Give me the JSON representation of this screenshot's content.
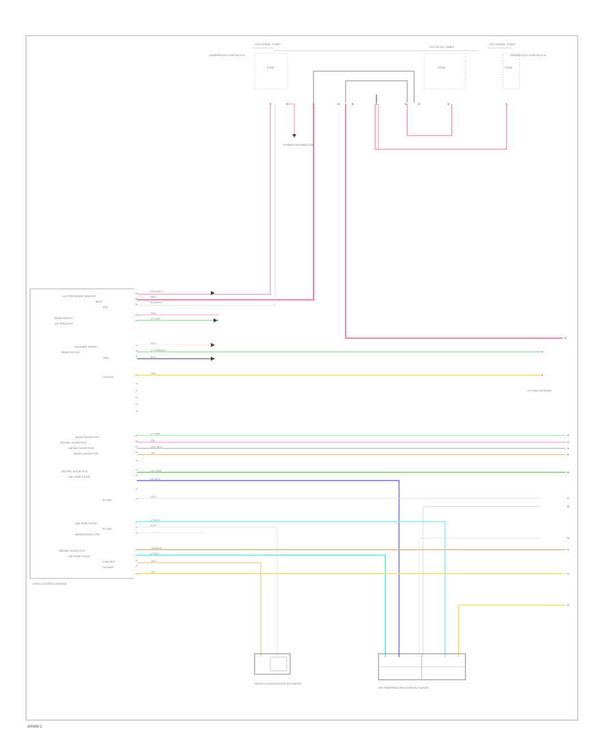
{
  "diagram": {
    "footer_code": "W4WW-1",
    "top_labels": {
      "hot_left": "HOT IN RUN, START",
      "hot_mid": "HOT AT ALL TIMES",
      "hot_right": "HOT IN RUN, START",
      "fuse_block_left": "UNDERHOOD FUSE BLOCK",
      "fuse_block_right": "UNDERHOOD FUSE BLOCK",
      "fuse_a": "FUSE",
      "fuse_b": "FUSE",
      "fuse_c": "FUSE",
      "power_distribution": "POWER DISTRIBUTION"
    },
    "module_label": "HVAC CONTROL MODULE",
    "left_labels": [
      "A/C PRESSURE SENSOR",
      "BATT",
      "IGN",
      "REAR DEFOG",
      "A/C REQUEST",
      "BLOWER SPEED",
      "REAR DEFOG",
      "GND",
      "LIN BUS",
      "MODE DOOR POS",
      "RECIRC DOOR POS",
      "AIR MIX DOOR POS",
      "MODE DOOR CTRL",
      "RECIRC DOOR POS",
      "AIR TEMP DOOR",
      "5V REF",
      "AIR TEMP DOOR",
      "5V REF",
      "MODE DOOR CTRL",
      "RECIRC DOOR POS",
      "AIR TEMP DOOR",
      "LOW REF",
      "LIN BUS"
    ],
    "wire_codes": [
      "RED/WHT",
      "RED",
      "BLK/WHT",
      "PNK",
      "LT GRN",
      "GRY",
      "LT GRN/BLK",
      "BLK",
      "TAN",
      "LT GRN",
      "PPL",
      "GRY/BLK",
      "YEL",
      "DK GRN",
      "DK BLU",
      "GRY",
      "LT BLU",
      "WHT",
      "TAN/BLK",
      "LT BLU",
      "TAN",
      "YEL"
    ],
    "right_connector_label": "TO HVAC MODULE",
    "bottom_actuator_left": "RECIRCULATION DOOR ACTUATOR",
    "bottom_actuator_right": "AIR TEMPERATURE DOOR ACTUATOR"
  }
}
